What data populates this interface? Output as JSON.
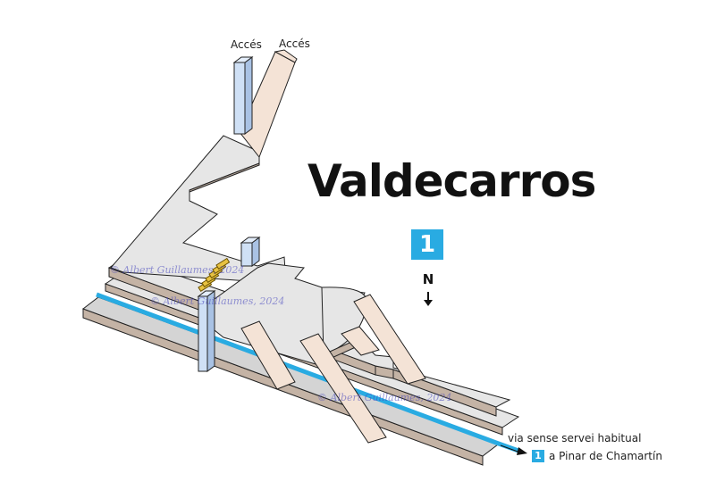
{
  "station": {
    "name": "Valdecarros",
    "line_number": "1",
    "line_color": "#29abe2"
  },
  "compass": {
    "label": "N"
  },
  "accesses": [
    {
      "label": "Accés"
    },
    {
      "label": "Accés"
    }
  ],
  "notes": {
    "track_note": "via sense servei habitual",
    "destination_badge": "1",
    "destination_text": "a Pinar de Chamartín"
  },
  "watermarks": [
    "© Albert Guillaumes, 2024",
    "© Albert Guillaumes, 2024",
    "© Albert Guillaumes, 2024"
  ],
  "colors": {
    "platform_top": "#e6e6e6",
    "platform_side": "#c4b3a5",
    "outline": "#222222",
    "stair": "#f4e3d6",
    "lift": "#cfe0f5",
    "escalator": "#e8c241",
    "track": "#29abe2"
  }
}
